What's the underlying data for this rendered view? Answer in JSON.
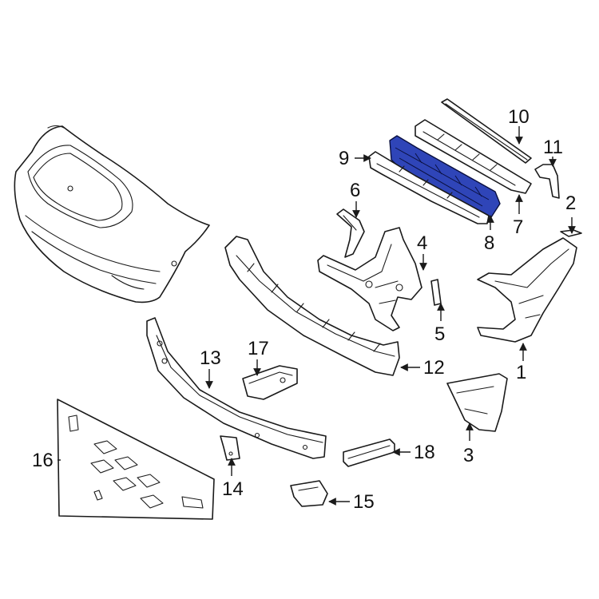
{
  "colors": {
    "highlight": "#2f45b8",
    "line": "#1a1a1a",
    "background": "#ffffff"
  },
  "callouts": {
    "c1": "1",
    "c2": "2",
    "c3": "3",
    "c4": "4",
    "c5": "5",
    "c6": "6",
    "c7": "7",
    "c8": "8",
    "c9": "9",
    "c10": "10",
    "c11": "11",
    "c12": "12",
    "c13": "13",
    "c14": "14",
    "c15": "15",
    "c16": "16",
    "c17": "17",
    "c18": "18"
  }
}
